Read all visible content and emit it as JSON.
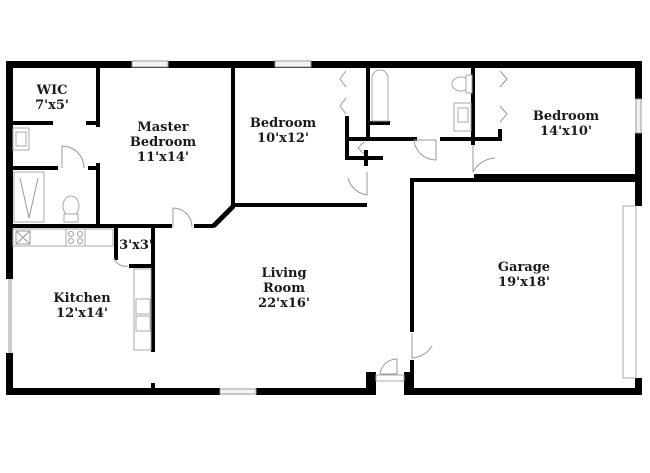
{
  "floorplan": {
    "rooms": [
      {
        "id": "wic",
        "name": "WIC",
        "dims": "7'x5'"
      },
      {
        "id": "master-bedroom",
        "name_line1": "Master",
        "name_line2": "Bedroom",
        "dims": "11'x14'"
      },
      {
        "id": "bedroom-1",
        "name": "Bedroom",
        "dims": "10'x12'"
      },
      {
        "id": "bedroom-2",
        "name": "Bedroom",
        "dims": "14'x10'"
      },
      {
        "id": "closet",
        "dims": "3'x3'"
      },
      {
        "id": "kitchen",
        "name": "Kitchen",
        "dims": "12'x14'"
      },
      {
        "id": "living-room",
        "name_line1": "Living",
        "name_line2": "Room",
        "dims": "22'x16'"
      },
      {
        "id": "garage",
        "name": "Garage",
        "dims": "19'x18'"
      }
    ],
    "colors": {
      "wall": "#000000",
      "fixture": "#a8a8a8",
      "background": "#ffffff"
    }
  }
}
